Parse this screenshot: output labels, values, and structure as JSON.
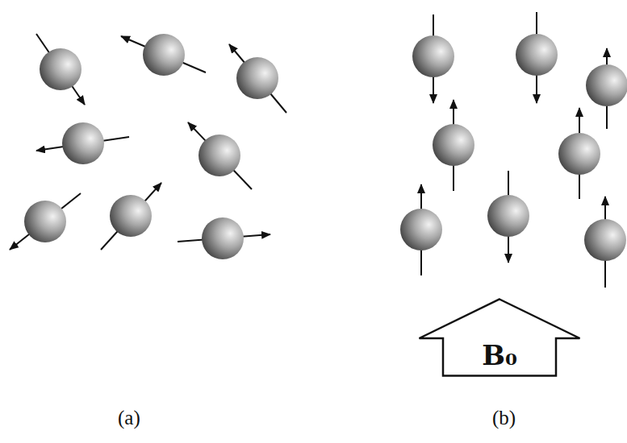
{
  "diagram": {
    "nodes": [
      {
        "text": [
          "B₀"
        ]
      }
    ],
    "labels": [
      "(a)",
      "(b)"
    ]
  }
}
